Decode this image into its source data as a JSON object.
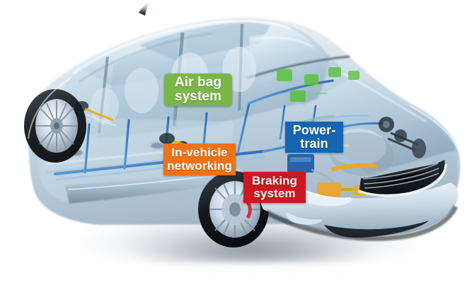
{
  "figure": {
    "kind": "automotive-cutaway-illustration",
    "subject": "sedan ghosted x-ray view showing electronic systems",
    "view": "front three-quarter left",
    "background_color": "#ffffff",
    "body_color": "#c3d6e4"
  },
  "labels": [
    {
      "id": "airbag",
      "name": "air-bag-system",
      "lines": [
        "Air bag",
        "system"
      ],
      "color": "#7ab648",
      "text_color": "#ffffff",
      "shape": "rounded-rectangle"
    },
    {
      "id": "powertrain",
      "name": "power-train",
      "lines": [
        "Power-",
        "train"
      ],
      "color": "#1565b0",
      "text_color": "#ffffff",
      "shape": "rectangle"
    },
    {
      "id": "networking",
      "name": "in-vehicle-networking",
      "lines": [
        "In-vehicle",
        "networking"
      ],
      "color": "#ee7219",
      "text_color": "#ffffff",
      "shape": "rectangle"
    },
    {
      "id": "braking",
      "name": "braking-system",
      "lines": [
        "Braking",
        "system"
      ],
      "color": "#cc1822",
      "text_color": "#ffffff",
      "shape": "rectangle"
    }
  ],
  "vehicle_parts": {
    "antenna": "shark-fin roof antenna",
    "front_wheel": "multi-spoke alloy wheel with visible brake disc",
    "rear_wheel": "multi-spoke alloy wheel",
    "glass": "greenhouse / windscreen",
    "grille": "front grille",
    "headlight": "headlamp cluster",
    "bumper": "front bumper"
  },
  "internal_components": {
    "wiring_harness_color": "#2f7fd0",
    "ecu_module_color": "#62c24a",
    "actuator_color": "#f5a31a",
    "accent_component_color": "#e8b400"
  }
}
